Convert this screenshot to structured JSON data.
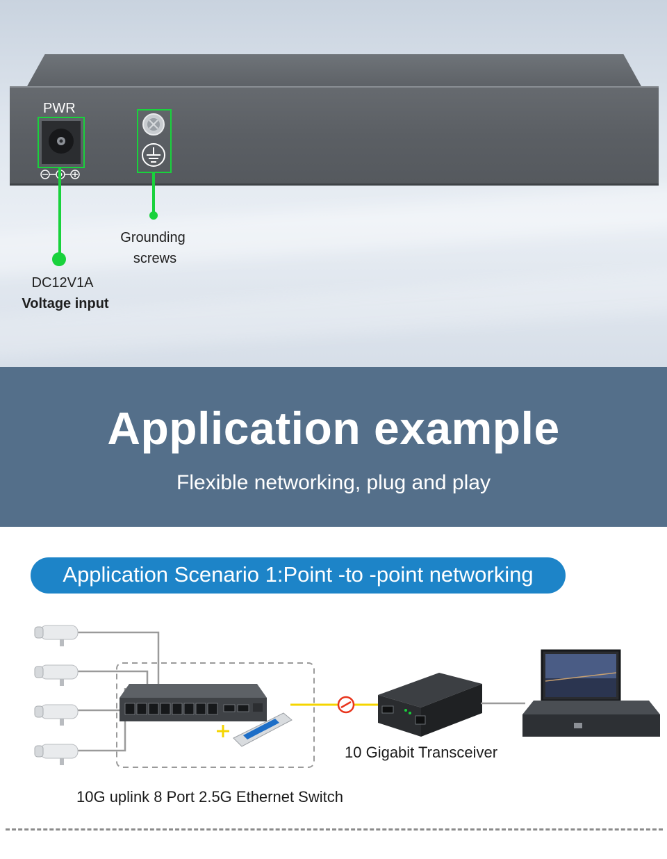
{
  "hardware": {
    "pwr_label": "PWR",
    "power_callout": {
      "line1": "DC12V1A",
      "line2": "Voltage input"
    },
    "ground_callout": {
      "line1": "Grounding",
      "line2": "screws"
    }
  },
  "banner": {
    "title": "Application example",
    "subtitle": "Flexible networking, plug and play"
  },
  "scenario": {
    "pill_label": "Application Scenario 1:Point -to -point networking",
    "transceiver_caption": "10 Gigabit Transceiver",
    "switch_caption": "10G uplink 8 Port 2.5G Ethernet Switch"
  },
  "colors": {
    "accent_green": "#19d23c",
    "banner_blue": "#546f8a",
    "pill_blue": "#1d84c8",
    "fiber_yellow": "#f5d500",
    "fiber_warning": "#e8341c"
  }
}
